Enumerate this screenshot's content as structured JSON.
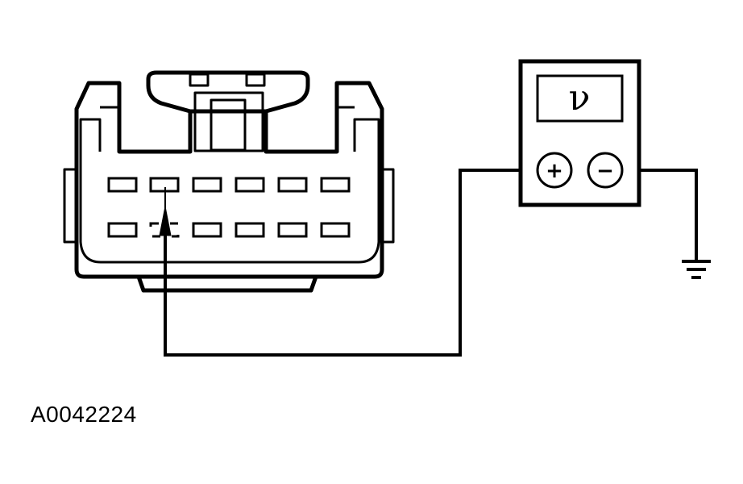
{
  "figure_id": "A0042224",
  "meter": {
    "display_symbol": "ν",
    "positive_terminal": "+",
    "negative_terminal": "−"
  },
  "colors": {
    "line": "#000000",
    "background": "#ffffff"
  },
  "connector": {
    "rows": 2,
    "cavities_per_row": 6,
    "probed_cavity": "row-2-cavity-2"
  },
  "icons": [
    "ground-icon",
    "probe-icon",
    "voltmeter-icon"
  ]
}
